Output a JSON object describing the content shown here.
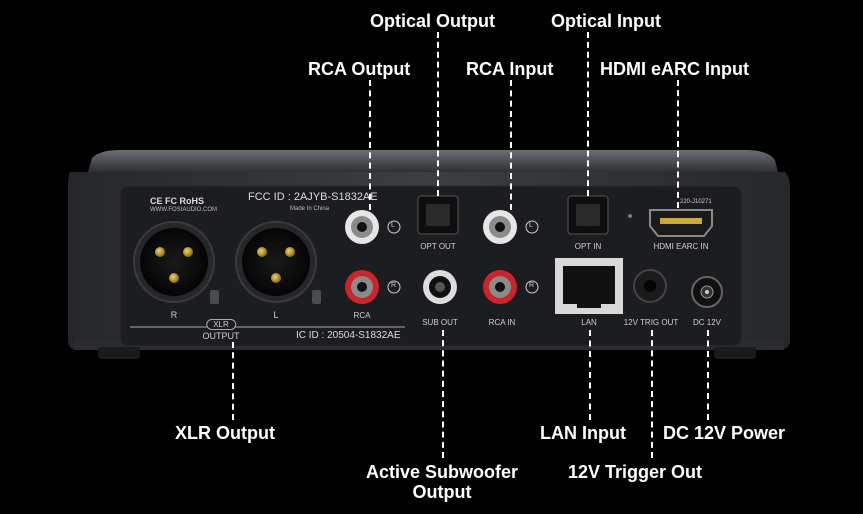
{
  "callouts": {
    "optical_output": "Optical Output",
    "optical_input": "Optical Input",
    "rca_output": "RCA Output",
    "rca_input": "RCA Input",
    "hdmi_earc_input": "HDMI eARC Input",
    "xlr_output": "XLR Output",
    "active_subwoofer_output_line1": "Active Subwoofer",
    "active_subwoofer_output_line2": "Output",
    "lan_input": "LAN Input",
    "dc_12v_power": "DC 12V Power",
    "trigger_out_12v": "12V Trigger Out"
  },
  "device_labels": {
    "certifications": "CE FC RoHS",
    "website": "WWW.FOSIAUDIO.COM",
    "fcc_id": "FCC ID : 2AJYB-S1832AE",
    "made_in": "Made In China",
    "xlr_right": "R",
    "xlr_left": "L",
    "xlr_badge": "XLR",
    "xlr_output": "OUTPUT",
    "ic_id": "IC ID : 20504-S1832AE",
    "rca_left_mark": "L",
    "rca_right_mark": "R",
    "rca_out": "RCA",
    "opt_out": "OPT OUT",
    "sub_out": "SUB OUT",
    "rca_in": "RCA IN",
    "opt_in": "OPT IN",
    "hdmi_code": "220-J10271",
    "hdmi_earc_in": "HDMI EARC IN",
    "lan": "LAN",
    "trig_out": "12V TRIG OUT",
    "dc_12v": "DC 12V"
  },
  "colors": {
    "background": "#000000",
    "chassis": "#3a3d42",
    "panel": "#1c1d20",
    "label_text": "#ffffff",
    "rca_red": "#c8262b"
  }
}
